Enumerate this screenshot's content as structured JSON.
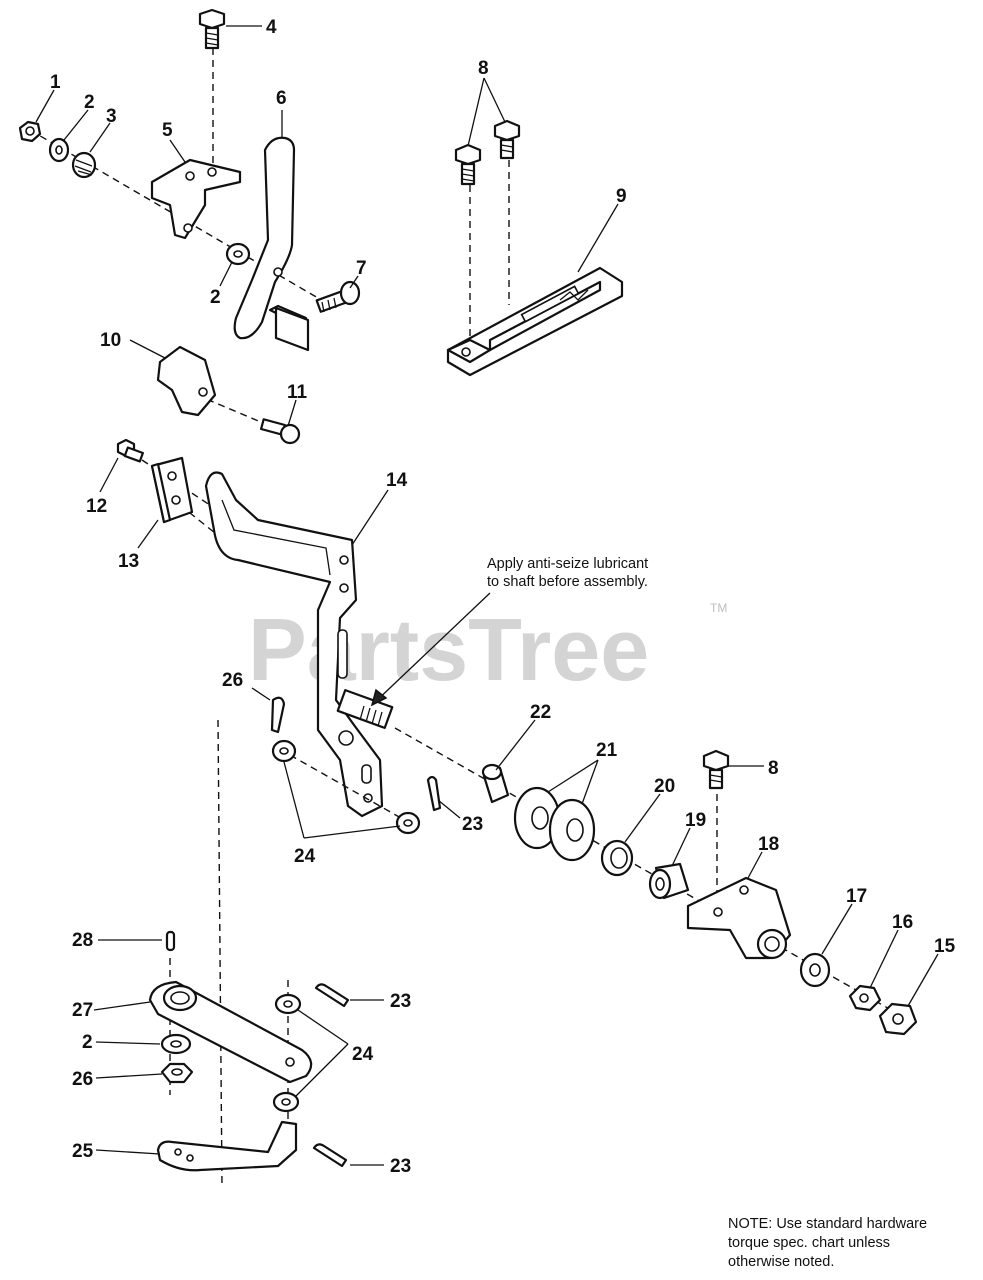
{
  "watermark": {
    "brand": "PartsTree",
    "trademark": "TM"
  },
  "callouts": {
    "c1": "1",
    "c2a": "2",
    "c3": "3",
    "c4": "4",
    "c5": "5",
    "c6": "6",
    "c2b": "2",
    "c7": "7",
    "c8a": "8",
    "c9": "9",
    "c10": "10",
    "c11": "11",
    "c12": "12",
    "c13": "13",
    "c14": "14",
    "c26a": "26",
    "c22": "22",
    "c21": "21",
    "c20": "20",
    "c8b": "8",
    "c19": "19",
    "c18": "18",
    "c23a": "23",
    "c24a": "24",
    "c17": "17",
    "c16": "16",
    "c15": "15",
    "c28": "28",
    "c27": "27",
    "c23b": "23",
    "c2c": "2",
    "c24b": "24",
    "c26b": "26",
    "c25": "25",
    "c23c": "23"
  },
  "annotation": {
    "line1": "Apply anti-seize lubricant",
    "line2": "to shaft before assembly."
  },
  "note": {
    "line1": "NOTE: Use standard hardware",
    "line2": "torque spec. chart unless",
    "line3": "otherwise noted."
  }
}
